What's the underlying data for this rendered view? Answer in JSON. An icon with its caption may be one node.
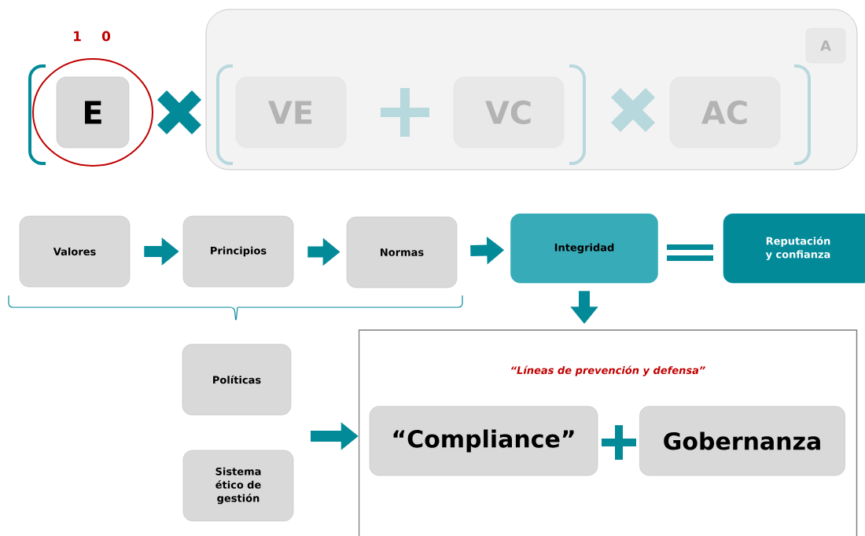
{
  "diagram": {
    "nodes": [
      {
        "text": [
          "E"
        ]
      },
      {
        "text": [],
        "shape": "box"
      },
      {
        "text": [
          "VE"
        ],
        "in": 1
      },
      {
        "text": [
          "VC"
        ],
        "in": 1
      },
      {
        "text": [
          "AC"
        ],
        "in": 1
      },
      {
        "text": [
          "A"
        ],
        "in": 1
      },
      {
        "text": [
          "Valores"
        ]
      },
      {
        "text": [
          "Principios"
        ]
      },
      {
        "text": [
          "Normas"
        ]
      },
      {
        "text": [
          "Integridad"
        ]
      },
      {
        "text": [
          "Reputación y confianza"
        ]
      },
      {
        "text": [
          "Políticas"
        ]
      },
      {
        "text": [
          "Sistema ético de gestión"
        ]
      },
      {
        "text": [
          "“Líneas de prevención y defensa”"
        ]
      },
      {
        "text": [
          "“Compliance”"
        ],
        "in": 13
      },
      {
        "text": [
          "Gobernanza"
        ],
        "in": 13
      }
    ],
    "edges": [
      {
        "from": 6,
        "to": 7,
        "arrow": "to"
      },
      {
        "from": 7,
        "to": 8,
        "arrow": "to"
      },
      {
        "from": 8,
        "to": 9,
        "arrow": "to"
      },
      {
        "from": 9,
        "to": 13,
        "arrow": "to"
      },
      {
        "from": null,
        "to": 13,
        "arrow": "to"
      }
    ],
    "labels": [
      "1",
      "0"
    ]
  }
}
